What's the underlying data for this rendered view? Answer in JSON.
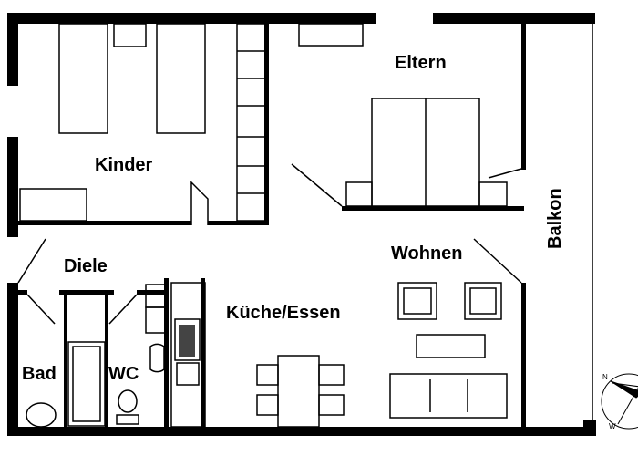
{
  "rooms": {
    "kinder": "Kinder",
    "eltern": "Eltern",
    "diele": "Diele",
    "wohnen": "Wohnen",
    "kueche": "Küche/Essen",
    "bad": "Bad",
    "wc": "WC",
    "balkon": "Balkon"
  },
  "compass": {
    "north": "N",
    "west": "W"
  },
  "colors": {
    "wall": "#000000",
    "background": "#ffffff"
  }
}
